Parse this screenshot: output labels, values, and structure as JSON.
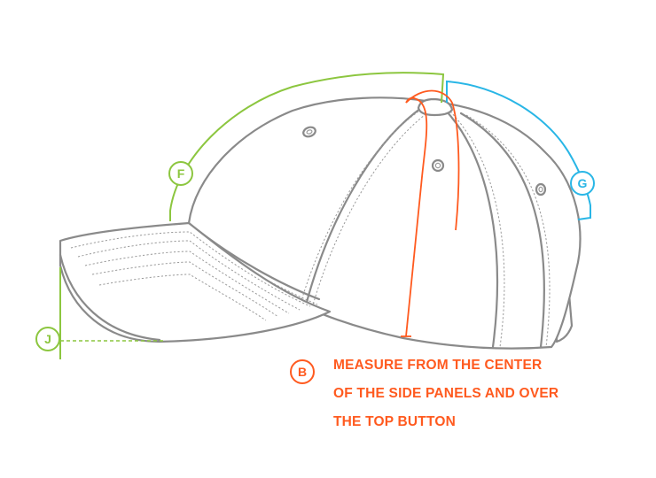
{
  "colors": {
    "outline": "#8a8a8a",
    "measure_f": "#8cc63f",
    "measure_g": "#29b6e6",
    "measure_b": "#ff5a1f",
    "measure_j": "#8cc63f"
  },
  "markers": {
    "f": {
      "label": "F"
    },
    "g": {
      "label": "G"
    },
    "b": {
      "label": "B"
    },
    "j": {
      "label": "J"
    }
  },
  "note": {
    "lines": [
      "MEASURE FROM THE CENTER",
      "OF THE SIDE PANELS AND OVER",
      "THE TOP BUTTON"
    ]
  }
}
